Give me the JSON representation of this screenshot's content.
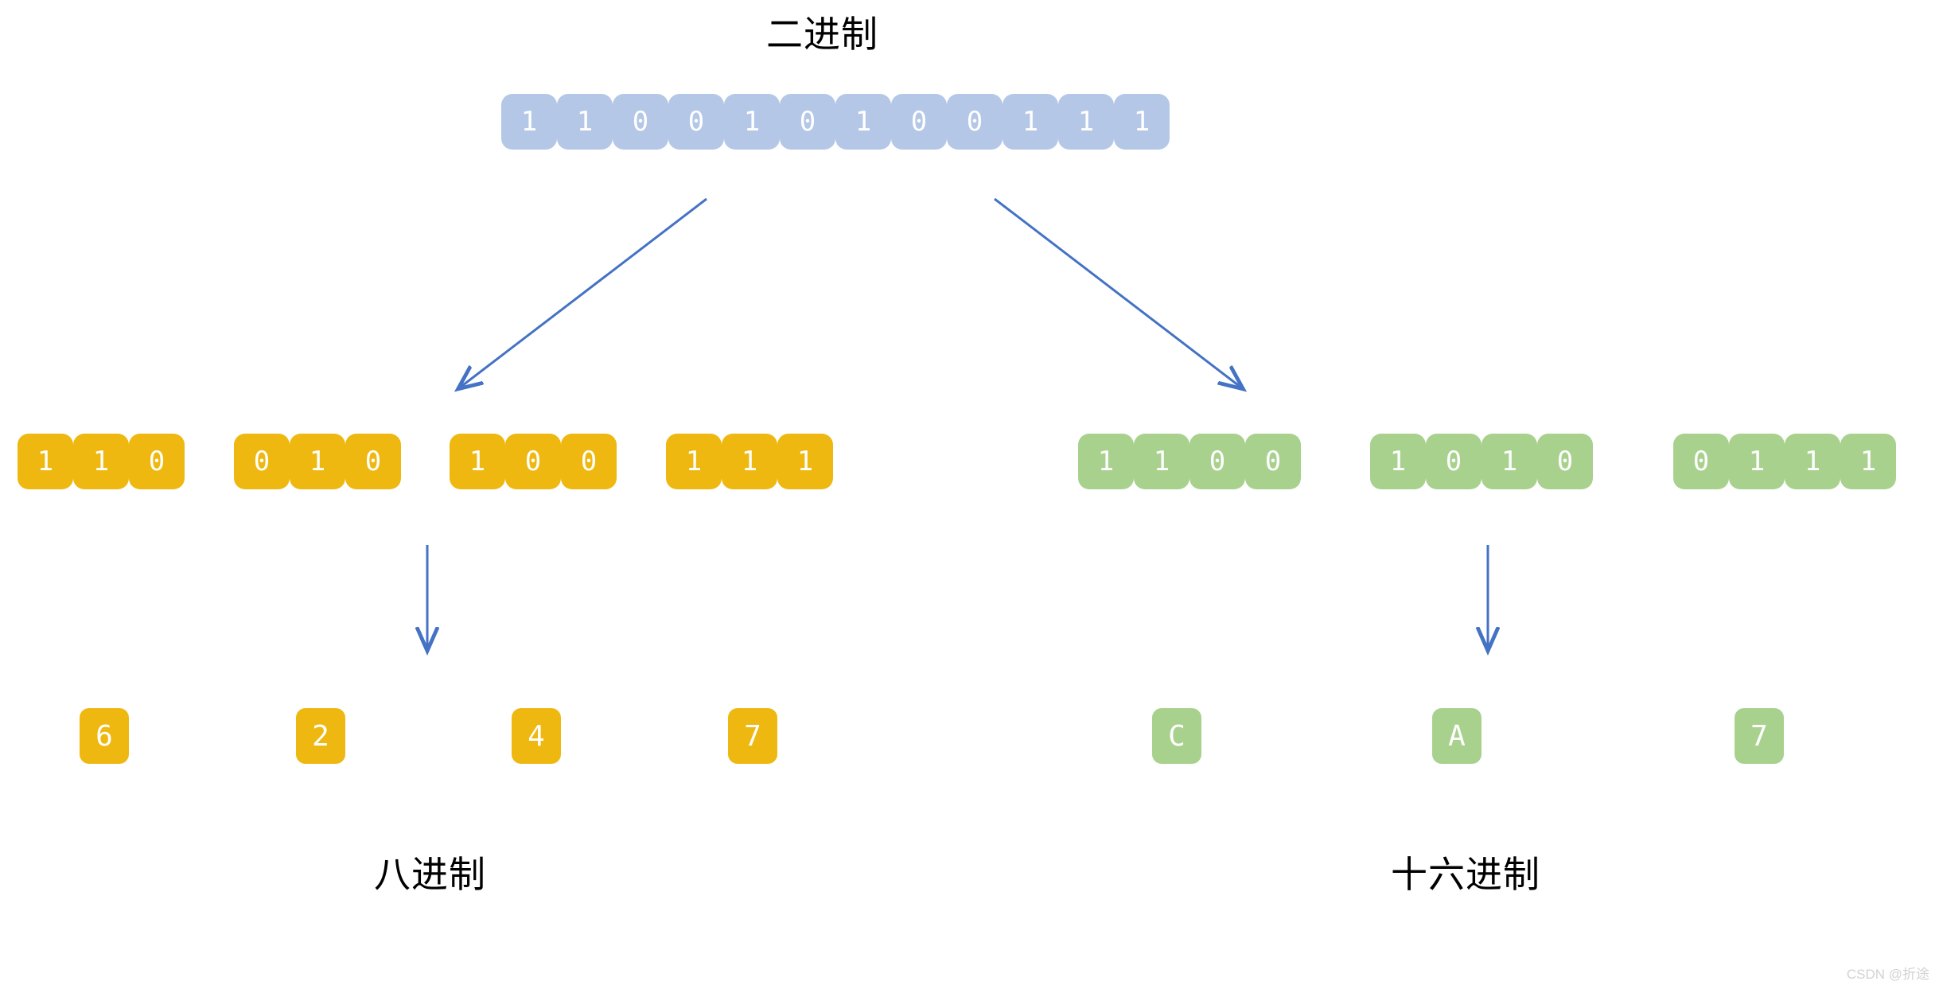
{
  "diagram": {
    "title_binary": "二进制",
    "label_octal": "八进制",
    "label_hexadecimal": "十六进制",
    "watermark": "CSDN @折途",
    "colors": {
      "binary_cell": "#b4c7e7",
      "octal_cell": "#efb810",
      "hex_cell": "#a9d18e",
      "arrow": "#4472c4",
      "cell_text": "#ffffff",
      "title_text": "#000000",
      "background": "#ffffff"
    },
    "binary": {
      "digits": [
        "1",
        "1",
        "0",
        "0",
        "1",
        "0",
        "1",
        "0",
        "0",
        "1",
        "1",
        "1"
      ]
    },
    "octal": {
      "groups": [
        {
          "bits": [
            "1",
            "1",
            "0"
          ],
          "value": "6"
        },
        {
          "bits": [
            "0",
            "1",
            "0"
          ],
          "value": "2"
        },
        {
          "bits": [
            "1",
            "0",
            "0"
          ],
          "value": "4"
        },
        {
          "bits": [
            "1",
            "1",
            "1"
          ],
          "value": "7"
        }
      ]
    },
    "hexadecimal": {
      "groups": [
        {
          "bits": [
            "1",
            "1",
            "0",
            "0"
          ],
          "value": "C"
        },
        {
          "bits": [
            "1",
            "0",
            "1",
            "0"
          ],
          "value": "A"
        },
        {
          "bits": [
            "0",
            "1",
            "1",
            "1"
          ],
          "value": "7"
        }
      ]
    }
  }
}
